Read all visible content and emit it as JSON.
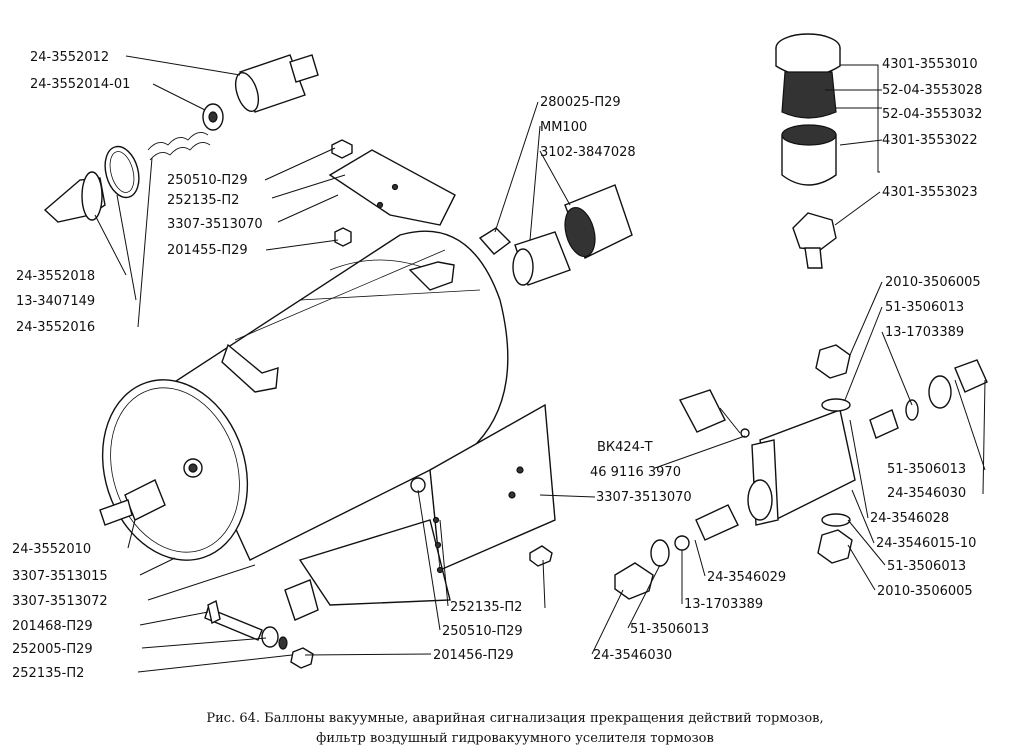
{
  "labels": {
    "l01": "24-3552012",
    "l02": "24-3552014-01",
    "l03": "24-3552018",
    "l04": "13-3407149",
    "l05": "24-3552016",
    "l06": "250510-П29",
    "l07": "252135-П2",
    "l08": "3307-3513070",
    "l09": "201455-П29",
    "l10": "280025-П29",
    "l11": "ММ100",
    "l12": "3102-3847028",
    "l13": "4301-3553010",
    "l14": "52-04-3553028",
    "l15": "52-04-3553032",
    "l16": "4301-3553022",
    "l17": "4301-3553023",
    "l18": "2010-3506005",
    "l19": "51-3506013",
    "l20": "13-1703389",
    "l21": "ВК424-Т",
    "l22": "46 9116 3970",
    "l23": "3307-3513070",
    "l24": "51-3506013",
    "l25": "24-3546030",
    "l26": "24-3546028",
    "l27": "24-3546015-10",
    "l28": "51-3506013",
    "l29": "2010-3506005",
    "l30": "24-3546029",
    "l31": "13-1703389",
    "l32": "51-3506013",
    "l33": "24-3546030",
    "l34": "252135-П2",
    "l35": "250510-П29",
    "l36": "201456-П29",
    "l37": "24-3552010",
    "l38": "3307-3513015",
    "l39": "3307-3513072",
    "l40": "201468-П29",
    "l41": "252005-П29",
    "l42": "252135-П2"
  },
  "caption": {
    "line1": "Рис. 64. Баллоны вакуумные, аварийная сигнализация прекращения действий тормозов,",
    "line2": "фильтр воздушный гидровакуумного уселителя тормозов"
  }
}
